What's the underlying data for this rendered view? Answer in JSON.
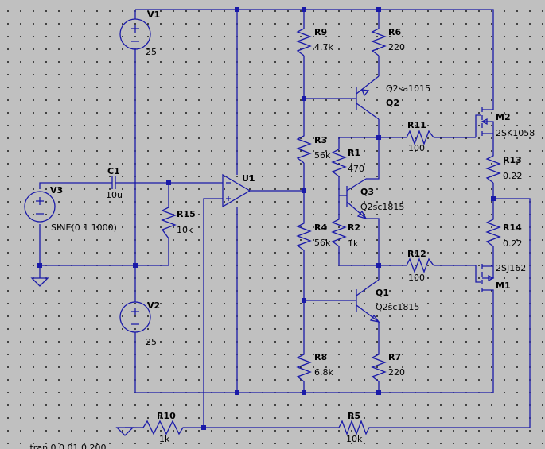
{
  "components": {
    "V1": {
      "name": "V1",
      "value": "25"
    },
    "V2": {
      "name": "V2",
      "value": "25"
    },
    "V3": {
      "name": "V3",
      "value": "SINE(0 1 1000)"
    },
    "C1": {
      "name": "C1",
      "value": "10u"
    },
    "U1": {
      "name": "U1"
    },
    "R1": {
      "name": "R1",
      "value": "470"
    },
    "R2": {
      "name": "R2",
      "value": "1k"
    },
    "R3": {
      "name": "R3",
      "value": "56k"
    },
    "R4": {
      "name": "R4",
      "value": "56k"
    },
    "R5": {
      "name": "R5",
      "value": "10k"
    },
    "R6": {
      "name": "R6",
      "value": "220"
    },
    "R7": {
      "name": "R7",
      "value": "220"
    },
    "R8": {
      "name": "R8",
      "value": "6.8k"
    },
    "R9": {
      "name": "R9",
      "value": "4.7k"
    },
    "R10": {
      "name": "R10",
      "value": "1k"
    },
    "R11": {
      "name": "R11",
      "value": "100"
    },
    "R12": {
      "name": "R12",
      "value": "100"
    },
    "R13": {
      "name": "R13",
      "value": "0.22"
    },
    "R14": {
      "name": "R14",
      "value": "0.22"
    },
    "R15": {
      "name": "R15",
      "value": "10k"
    },
    "Q1": {
      "name": "Q1",
      "model": "Q2sc1815"
    },
    "Q2": {
      "name": "Q2",
      "model": "Q2sa1015"
    },
    "Q3": {
      "name": "Q3",
      "model": "Q2sc1815"
    },
    "M1": {
      "name": "M1",
      "model": "2SJ162"
    },
    "M2": {
      "name": "M2",
      "model": "2SK1058"
    }
  },
  "directive": ".tran 0 0.01 0 200",
  "colors": {
    "background": "#c0c0c0",
    "wire": "#1a1aa8",
    "text": "#000000"
  }
}
